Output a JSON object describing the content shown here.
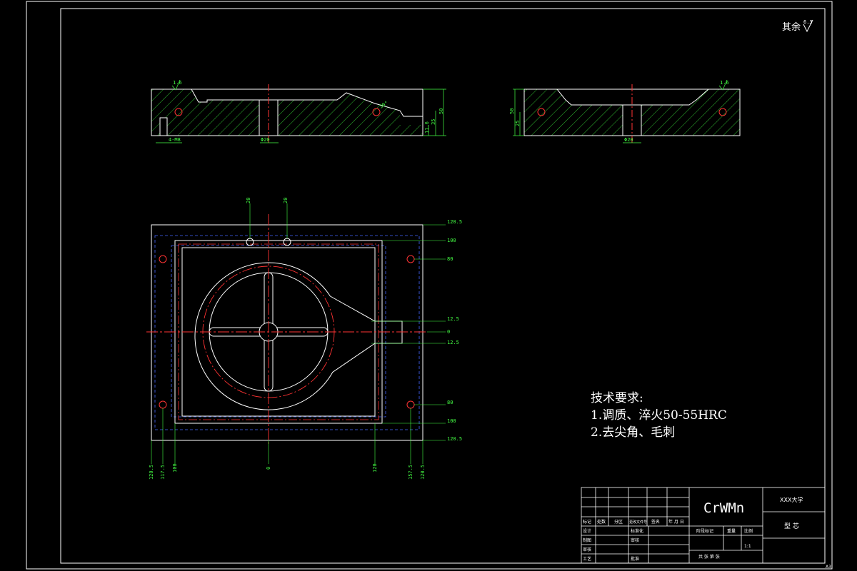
{
  "corner_roughness": "其余",
  "corner_roughness_value": "6.3",
  "tech_requirements": {
    "title": "技术要求:",
    "items": [
      "1.调质、淬火50-55HRC",
      "2.去尖角、毛刺"
    ]
  },
  "front_view": {
    "dims": {
      "overall_height": "50",
      "inner_height": "35",
      "small_height": "11.6",
      "hole_callout": "4-M8",
      "center_hole": "Φ20",
      "chamfer": "30°",
      "roughness": "1.6"
    }
  },
  "side_view": {
    "dims": {
      "overall_height": "50",
      "inner_height": "25",
      "center_hole": "Φ20",
      "roughness": "1.6"
    }
  },
  "plan_view": {
    "top_labels": [
      "20",
      "20"
    ],
    "right_labels": [
      "120.5",
      "100",
      "80",
      "12.5",
      "0",
      "12.5",
      "80",
      "100",
      "120.5"
    ],
    "bottom_labels": [
      "120.5",
      "117.5",
      "100",
      "0",
      "120",
      "157.5",
      "120.5"
    ]
  },
  "title_block": {
    "material": "CrWMn",
    "school": "XXX大学",
    "part_name": "型 芯",
    "scale": "1:1",
    "labels": [
      "标记",
      "处数",
      "分区",
      "更改文件号",
      "签名",
      "年 月 日",
      "设计",
      "标准化",
      "制图",
      "审核",
      "审核",
      "工艺",
      "批准",
      "阶段标记",
      "重量",
      "比例",
      "共 张 第 张"
    ],
    "sheet": "A3"
  }
}
